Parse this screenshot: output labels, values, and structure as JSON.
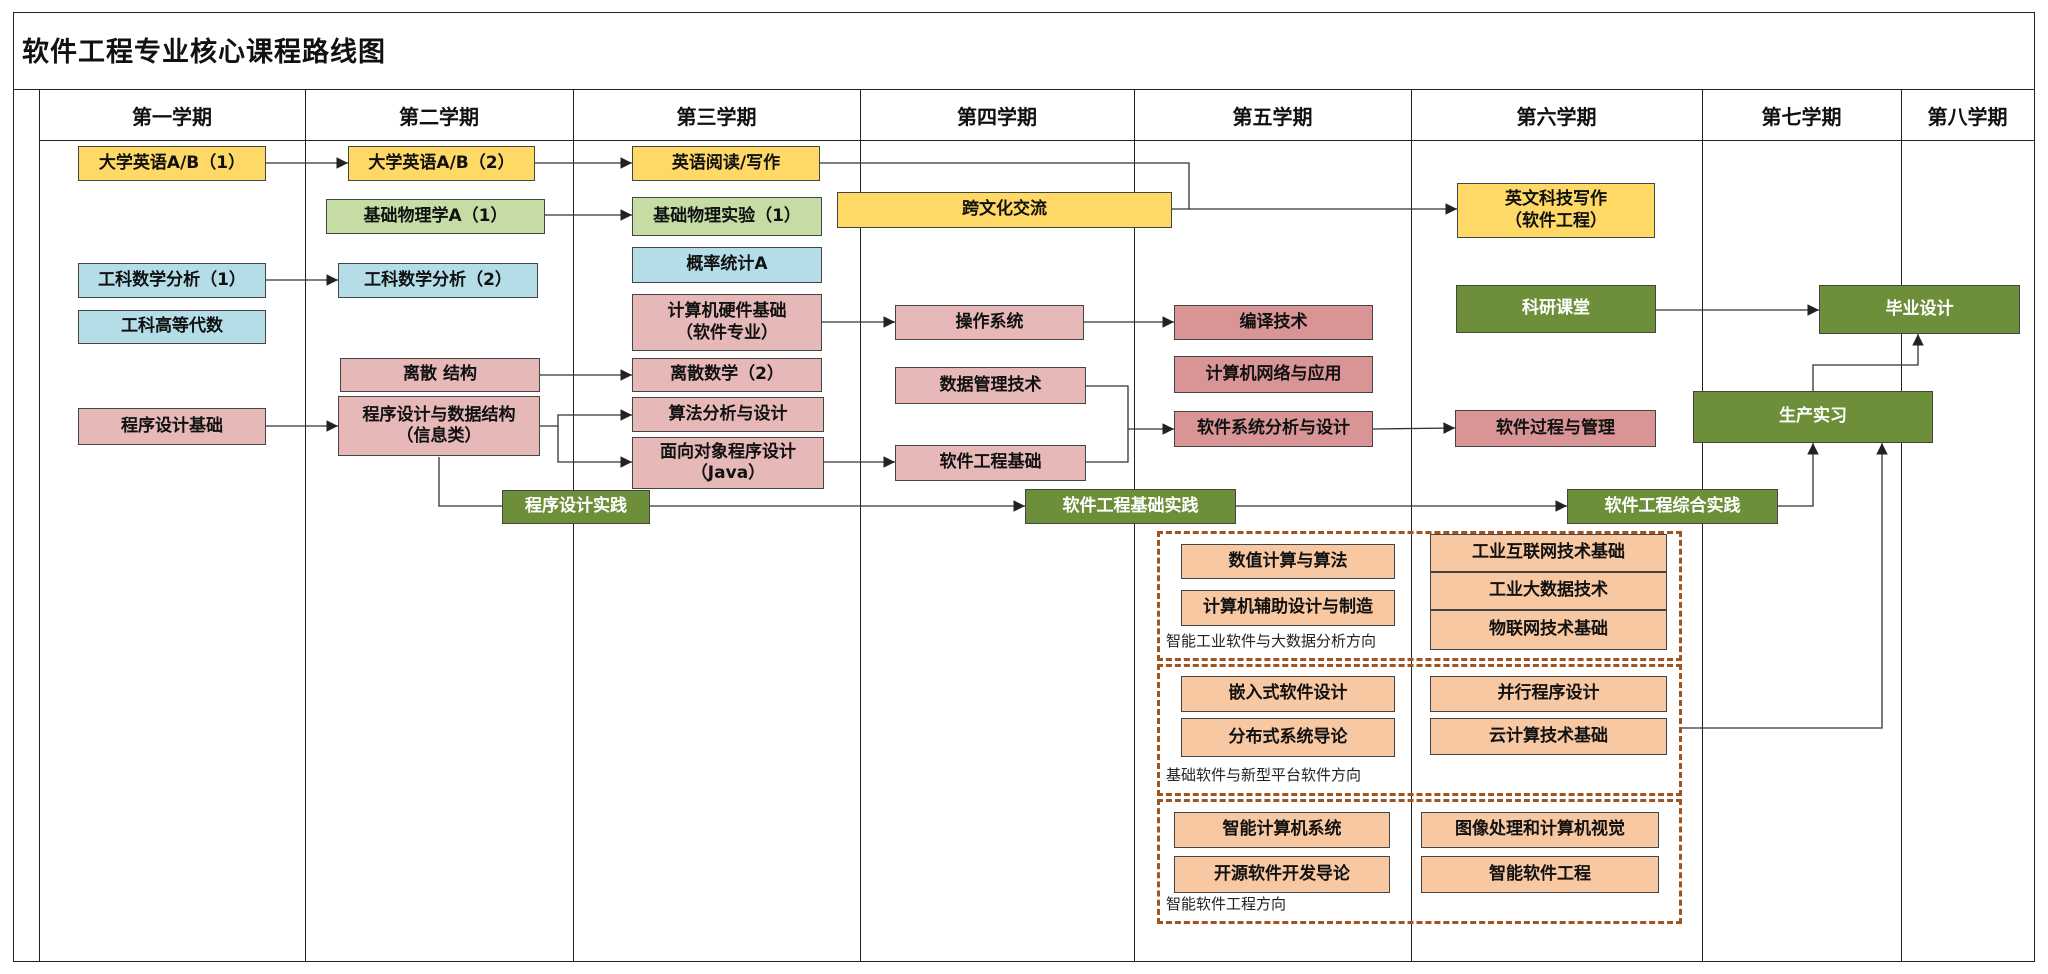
{
  "title": "软件工程专业核心课程路线图",
  "semesters": [
    "第一学期",
    "第二学期",
    "第三学期",
    "第四学期",
    "第五学期",
    "第六学期",
    "第七学期",
    "第八学期"
  ],
  "courses": {
    "eng1": "大学英语A/B（1）",
    "eng2": "大学英语A/B（2）",
    "eng_read": "英语阅读/写作",
    "cross_culture": "跨文化交流",
    "sci_writing_1": "英文科技写作",
    "sci_writing_2": "（软件工程）",
    "physics_a1": "基础物理学A（1）",
    "physics_lab1": "基础物理实验（1）",
    "prob_stat": "概率统计A",
    "math1": "工科数学分析（1）",
    "math2": "工科数学分析（2）",
    "algebra": "工科高等代数",
    "hw_basic_1": "计算机硬件基础",
    "hw_basic_2": "（软件专业）",
    "os": "操作系统",
    "compiler": "编译技术",
    "network": "计算机网络与应用",
    "research": "科研课堂",
    "graduation": "毕业设计",
    "discrete": "离散 结构",
    "discrete_math2": "离散数学（2）",
    "db": "数据管理技术",
    "prog_basic": "程序设计基础",
    "ds_1": "程序设计与数据结构",
    "ds_2": "（信息类）",
    "algo": "算法分析与设计",
    "oop_1": "面向对象程序设计",
    "oop_2": "（Java）",
    "se_basic": "软件工程基础",
    "sys_analysis": "软件系统分析与设计",
    "process_mgmt": "软件过程与管理",
    "internship": "生产实习",
    "prog_practice": "程序设计实践",
    "se_practice": "软件工程基础实践",
    "se_comp_practice": "软件工程综合实践"
  },
  "directions": {
    "d1": {
      "label": "智能工业软件与大数据分析方向",
      "courses": [
        "数值计算与算法",
        "计算机辅助设计与制造",
        "工业互联网技术基础",
        "工业大数据技术",
        "物联网技术基础"
      ]
    },
    "d2": {
      "label": "基础软件与新型平台软件方向",
      "courses": [
        "嵌入式软件设计",
        "分布式系统导论",
        "并行程序设计",
        "云计算技术基础"
      ]
    },
    "d3": {
      "label": "智能软件工程方向",
      "courses": [
        "智能计算机系统",
        "开源软件开发导论",
        "图像处理和计算机视觉",
        "智能软件工程"
      ]
    }
  },
  "colors": {
    "language": "#FFD966",
    "physics": "#C5DDA5",
    "math": "#B4DDE8",
    "cs_core": "#E6B8B8",
    "advanced": "#D99595",
    "practice": "#6E8F3A",
    "elective": "#F8C8A2",
    "direction_border": "#A0541F"
  }
}
